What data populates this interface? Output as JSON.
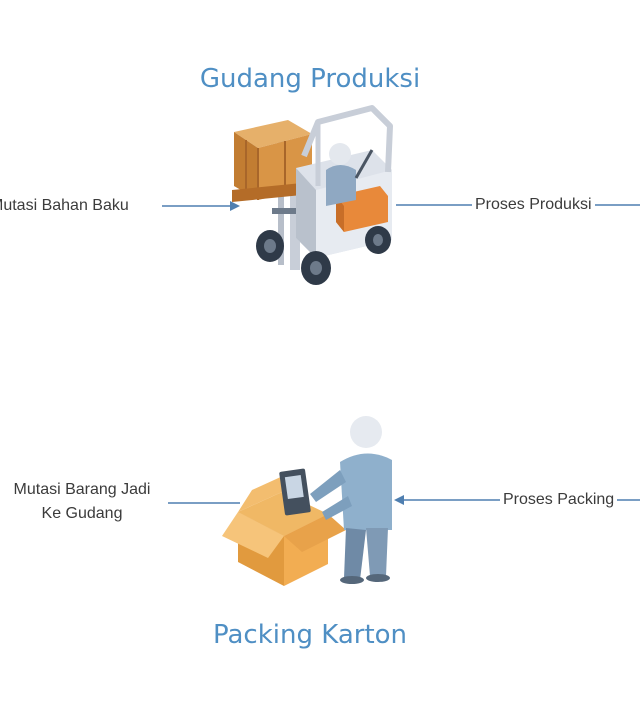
{
  "nodes": {
    "gudang": {
      "title": "Gudang Produksi",
      "icon": "forklift-with-crate-icon"
    },
    "packing": {
      "title": "Packing Karton",
      "icon": "worker-packing-box-icon"
    }
  },
  "edges": {
    "mutasi_bahan_baku": "Mutasi Bahan Baku",
    "proses_produksi": "Proses Produksi",
    "proses_packing": "Proses Packing",
    "mutasi_barang_jadi_line1": "Mutasi Barang Jadi",
    "mutasi_barang_jadi_line2": "Ke Gudang"
  },
  "colors": {
    "title": "#4f8fc4",
    "connector": "#4f7fb0",
    "crate": "#c98a3a",
    "forklift_body": "#d7dde6",
    "forklift_seat": "#e8893a",
    "worker": "#8fb0cc",
    "box": "#e5a04a"
  }
}
